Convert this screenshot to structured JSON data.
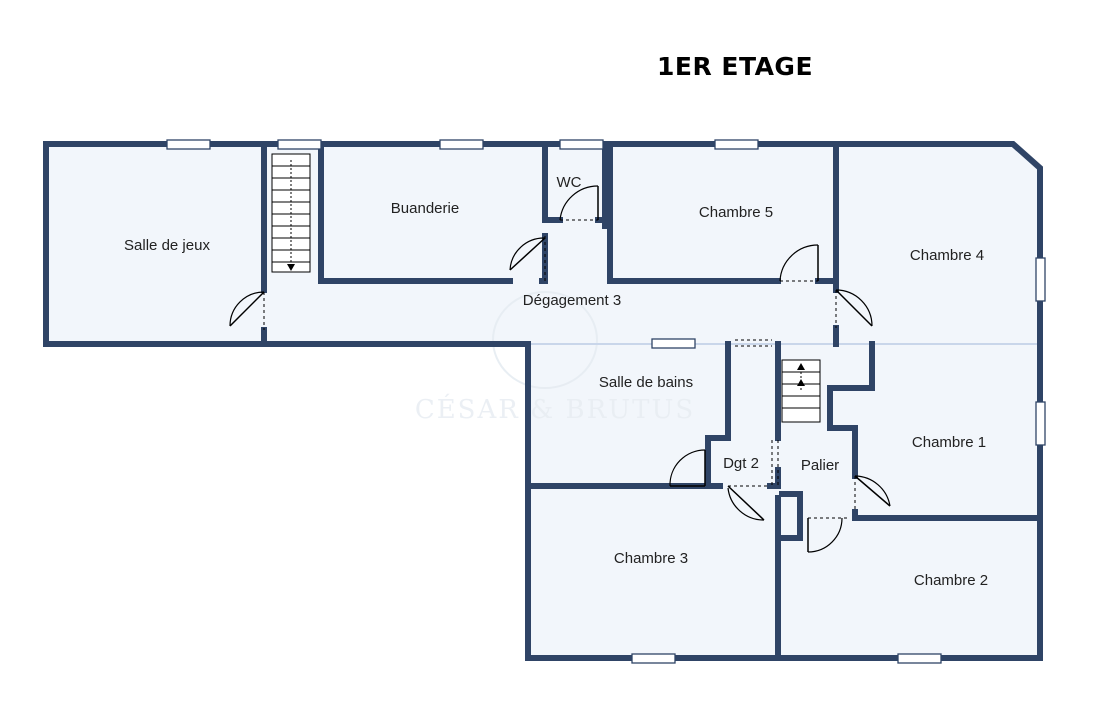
{
  "title": "1ER ETAGE",
  "watermark": "CÉSAR & BRUTUS",
  "colors": {
    "wall": "#2f4466",
    "floor": "#f2f6fb",
    "window": "#ffffff"
  },
  "rooms": [
    {
      "id": "salle-de-jeux",
      "name": "Salle de jeux"
    },
    {
      "id": "buanderie",
      "name": "Buanderie"
    },
    {
      "id": "wc",
      "name": "WC"
    },
    {
      "id": "chambre-5",
      "name": "Chambre 5"
    },
    {
      "id": "chambre-4",
      "name": "Chambre 4"
    },
    {
      "id": "degagement-3",
      "name": "Dégagement 3"
    },
    {
      "id": "salle-de-bains",
      "name": "Salle de bains"
    },
    {
      "id": "chambre-1",
      "name": "Chambre 1"
    },
    {
      "id": "dgt-2",
      "name": "Dgt 2"
    },
    {
      "id": "palier",
      "name": "Palier"
    },
    {
      "id": "chambre-3",
      "name": "Chambre 3"
    },
    {
      "id": "chambre-2",
      "name": "Chambre 2"
    }
  ]
}
